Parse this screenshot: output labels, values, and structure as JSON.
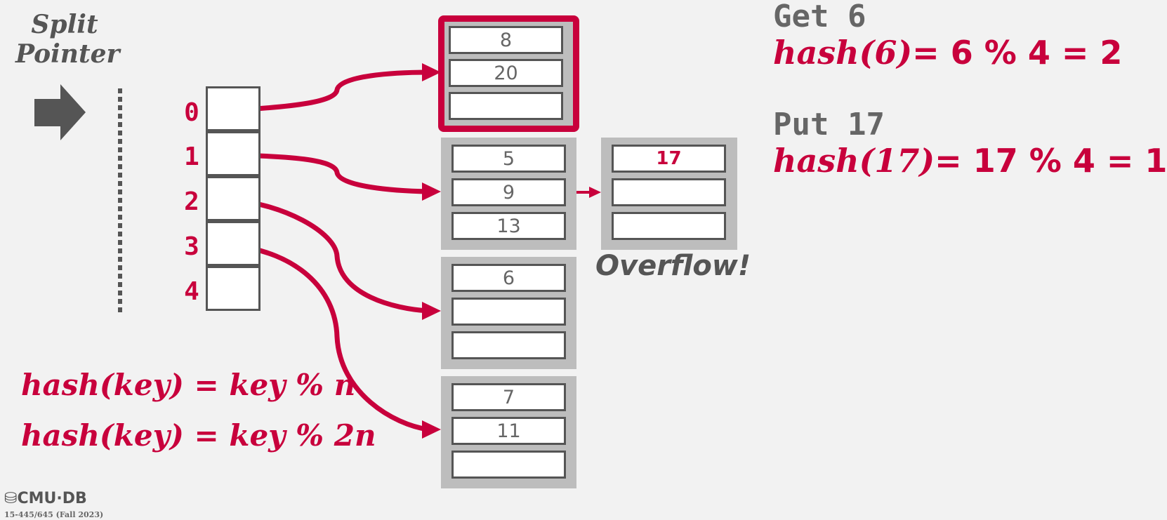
{
  "split_pointer": {
    "line1": "Split",
    "line2": "Pointer"
  },
  "directory": {
    "indices": [
      "0",
      "1",
      "2",
      "3",
      "4"
    ]
  },
  "buckets": [
    {
      "slots": [
        "8",
        "20",
        ""
      ]
    },
    {
      "slots": [
        "5",
        "9",
        "13"
      ]
    },
    {
      "slots": [
        "6",
        "",
        ""
      ]
    },
    {
      "slots": [
        "7",
        "11",
        ""
      ]
    }
  ],
  "overflow_bucket": {
    "slots": [
      "17",
      "",
      ""
    ]
  },
  "overflow_label": "Overflow!",
  "operations": [
    {
      "title": "Get 6",
      "hash_fn": "hash(6)",
      "expr": "=  6 % 4 = 2"
    },
    {
      "title": "Put 17",
      "hash_fn": "hash(17)",
      "expr": "=  17 % 4 = 1"
    }
  ],
  "formulas": [
    "hash(key) = key % n",
    "hash(key) = key % 2n"
  ],
  "footer": {
    "logo": "CMU·DB",
    "course": "15-445/645 (Fall 2023)"
  },
  "colors": {
    "accent": "#c8003c",
    "gray": "#555555",
    "bucket_bg": "#bdbdbd"
  }
}
